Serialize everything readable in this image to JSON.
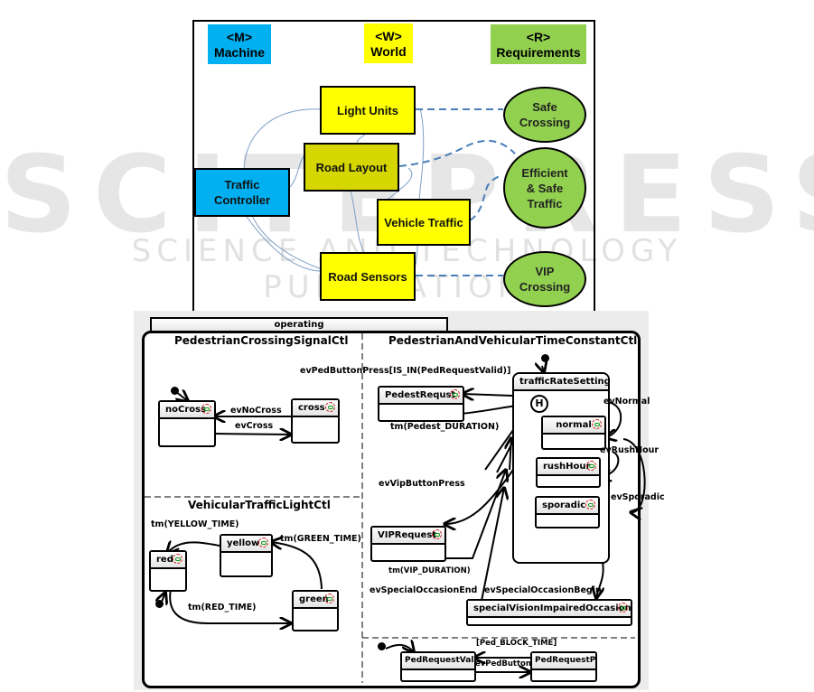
{
  "watermark": {
    "main": "SCITEPRESS",
    "sub": "SCIENCE AND TECHNOLOGY PUBLICATIONS"
  },
  "context_diagram": {
    "legend": {
      "machine": {
        "tag": "<M>",
        "label": "Machine",
        "color": "#00b0f0"
      },
      "world": {
        "tag": "<W>",
        "label": "World",
        "color": "#ffff00"
      },
      "requirements": {
        "tag": "<R>",
        "label": "Requirements",
        "color": "#92d050"
      }
    },
    "machine_domains": [
      {
        "label": "Traffic Controller"
      }
    ],
    "world_domains": [
      {
        "label": "Light Units"
      },
      {
        "label": "Road Layout"
      },
      {
        "label": "Vehicle Traffic"
      },
      {
        "label": "Road Sensors"
      }
    ],
    "requirements": [
      {
        "label": "Safe Crossing"
      },
      {
        "label": "Efficient & Safe Traffic"
      },
      {
        "label": "VIP Crossing"
      }
    ]
  },
  "statechart": {
    "top_state": "operating",
    "regions": {
      "pedestrian": {
        "title": "PedestrianCrossingSignalCtl",
        "states": [
          "noCross",
          "cross"
        ],
        "transitions": [
          "evNoCross",
          "evCross"
        ]
      },
      "vehicular": {
        "title": "VehicularTrafficLightCtl",
        "states": [
          "red",
          "yellow",
          "green"
        ],
        "transitions": [
          "tm(YELLOW_TIME)",
          "tm(GREEN_TIME)",
          "tm(RED_TIME)"
        ]
      },
      "time_constant": {
        "title": "PedestrianAndVehicularTimeConstantCtl",
        "composite_state": "trafficRateSettings",
        "history": "H",
        "substates": [
          "normal",
          "rushHour",
          "sporadic"
        ],
        "states": [
          "PedestRequst",
          "VIPRequest",
          "specialVisionImpairedOccasion"
        ],
        "transitions": {
          "ped_press": "evPedButtonPress[IS_IN(PedRequestValid)]",
          "ped_duration": "tm(Pedest_DURATION)",
          "vip_press": "evVipButtonPress",
          "vip_duration": "tm(VIP_DURATION)",
          "special_end": "evSpecialOccasionEnd",
          "special_begin": "evSpecialOccasionBegin",
          "normal": "evNormal",
          "rush_hour": "evRushHour",
          "sporadic": "evSporadic"
        }
      },
      "ped_request": {
        "states": [
          "PedRequestValid",
          "PedRequestPla"
        ],
        "transitions": [
          "[Ped_BLOCK_TIME]",
          "evPedButton"
        ]
      }
    }
  }
}
